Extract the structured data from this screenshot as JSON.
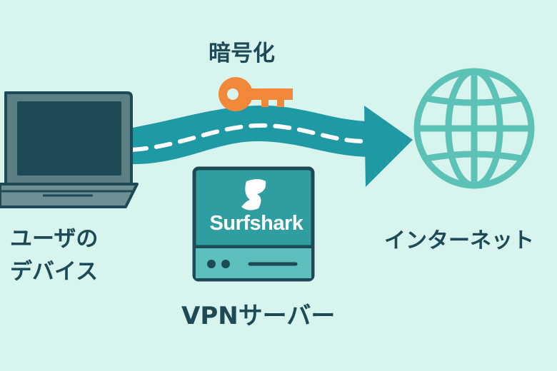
{
  "labels": {
    "encryption": "暗号化",
    "device_line1": "ユーザの",
    "device_line2": "デバイス",
    "internet": "インターネット",
    "vpn_server": "VPNサーバー",
    "brand": "Surfshark"
  },
  "icons": {
    "key": "key-icon",
    "laptop": "laptop-icon",
    "globe": "globe-icon",
    "server": "server-icon",
    "brand_logo": "surfshark-logo-icon"
  },
  "colors": {
    "background": "#d8f4ee",
    "tunnel": "#1f9aa5",
    "key": "#f2883a",
    "dark": "#1e4a55",
    "globe": "#5cc2b5",
    "server": "#2f9ea0"
  }
}
